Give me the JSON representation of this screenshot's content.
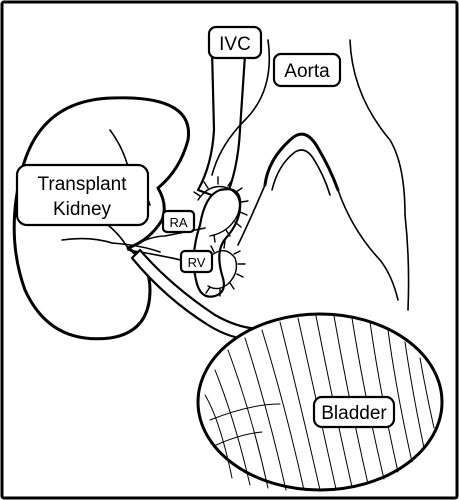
{
  "diagram": {
    "labels": {
      "ivc": "IVC",
      "aorta": "Aorta",
      "kidney_line1": "Transplant",
      "kidney_line2": "Kidney",
      "renal_artery": "RA",
      "renal_vein": "RV",
      "bladder": "Bladder"
    }
  }
}
